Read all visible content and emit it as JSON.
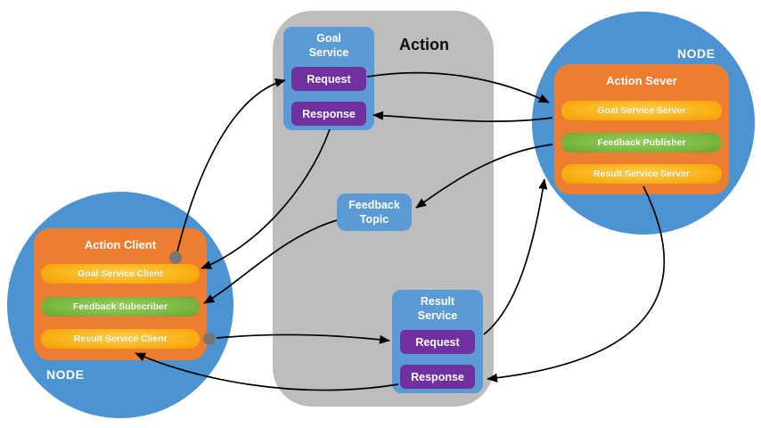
{
  "action_container": {
    "label": "Action",
    "color": "#bdbdbd"
  },
  "goal_service": {
    "title": "Goal Service",
    "request_label": "Request",
    "response_label": "Response"
  },
  "feedback_topic": {
    "title": "Feedback Topic"
  },
  "result_service": {
    "title": "Result Service",
    "request_label": "Request",
    "response_label": "Response"
  },
  "client_node": {
    "label": "NODE",
    "box_title": "Action Client",
    "items": [
      {
        "label": "Goal Service Client",
        "kind": "service-client",
        "color": "#f8ad12"
      },
      {
        "label": "Feedback Subscriber",
        "kind": "topic-subscriber",
        "color": "#74b23c"
      },
      {
        "label": "Result Service Client",
        "kind": "service-client",
        "color": "#f8ad12"
      }
    ]
  },
  "server_node": {
    "label": "NODE",
    "box_title": "Action Sever",
    "items": [
      {
        "label": "Goal Service Server",
        "kind": "service-server",
        "color": "#f8ad12"
      },
      {
        "label": "Feedback Publisher",
        "kind": "topic-publisher",
        "color": "#74b23c"
      },
      {
        "label": "Result Service Server",
        "kind": "service-server",
        "color": "#f8ad12"
      }
    ]
  },
  "colors": {
    "node_circle": "#4b93d1",
    "service_box": "#5b9bd5",
    "purple_button": "#7030a0",
    "node_box": "#ed7d31",
    "container": "#bdbdbd",
    "connector_dot": "#767676",
    "arrow": "#000000"
  },
  "arrows": [
    {
      "from": "goal-service-client-pill",
      "to": "goal-request-box"
    },
    {
      "from": "goal-request-box",
      "to": "goal-service-server-pill"
    },
    {
      "from": "goal-service-server-pill",
      "to": "goal-response-box"
    },
    {
      "from": "goal-response-box",
      "to": "goal-service-client-pill"
    },
    {
      "from": "feedback-publisher-pill",
      "to": "feedback-topic-box"
    },
    {
      "from": "feedback-topic-box",
      "to": "feedback-subscriber-pill"
    },
    {
      "from": "result-service-client-pill",
      "to": "result-request-box"
    },
    {
      "from": "result-request-box",
      "to": "result-service-server-pill"
    },
    {
      "from": "result-service-server-pill",
      "to": "result-response-box"
    },
    {
      "from": "result-response-box",
      "to": "result-service-client-pill"
    }
  ]
}
